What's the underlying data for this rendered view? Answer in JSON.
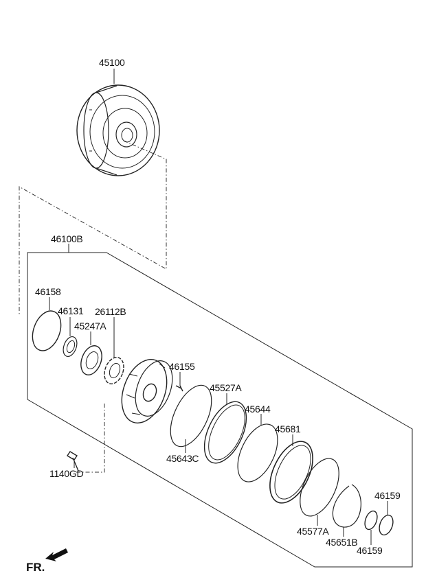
{
  "labels": {
    "p45100": "45100",
    "p46100B": "46100B",
    "p46158": "46158",
    "p46131": "46131",
    "p45247A": "45247A",
    "p26112B": "26112B",
    "p46155": "46155",
    "p45527A": "45527A",
    "p45644": "45644",
    "p45681": "45681",
    "p45643C": "45643C",
    "p1140GD": "1140GD",
    "p45577A": "45577A",
    "p45651B": "45651B",
    "p46159_top": "46159",
    "p46159_bottom": "46159"
  },
  "orientation": {
    "text": "FR.",
    "icon": "arrow-front-icon"
  }
}
